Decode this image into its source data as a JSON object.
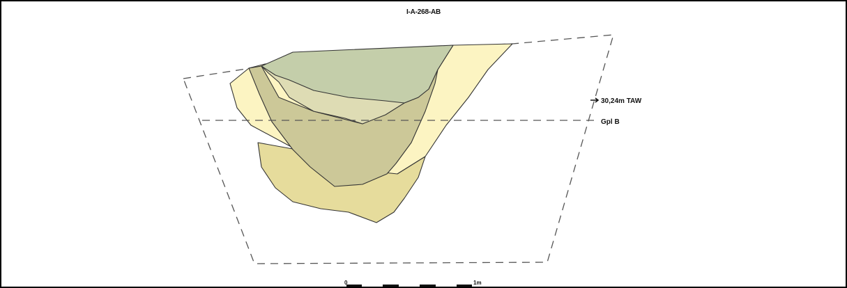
{
  "title": "I-A-268-AB",
  "level_marker": {
    "text": "30,24m TAW",
    "icon": "right-arrow-icon"
  },
  "plane_label": "Gpl B",
  "scale_bar": {
    "start_label": "0",
    "end_label": "1m"
  },
  "colors": {
    "outline": "#333333",
    "dashed_line": "#555555",
    "fill_pale_yellow": "#fcf4c2",
    "fill_ochre": "#e6dc9c",
    "fill_olive": "#ccc898",
    "fill_sage": "#dedcb4",
    "fill_grey_green": "#c4ceaa"
  }
}
